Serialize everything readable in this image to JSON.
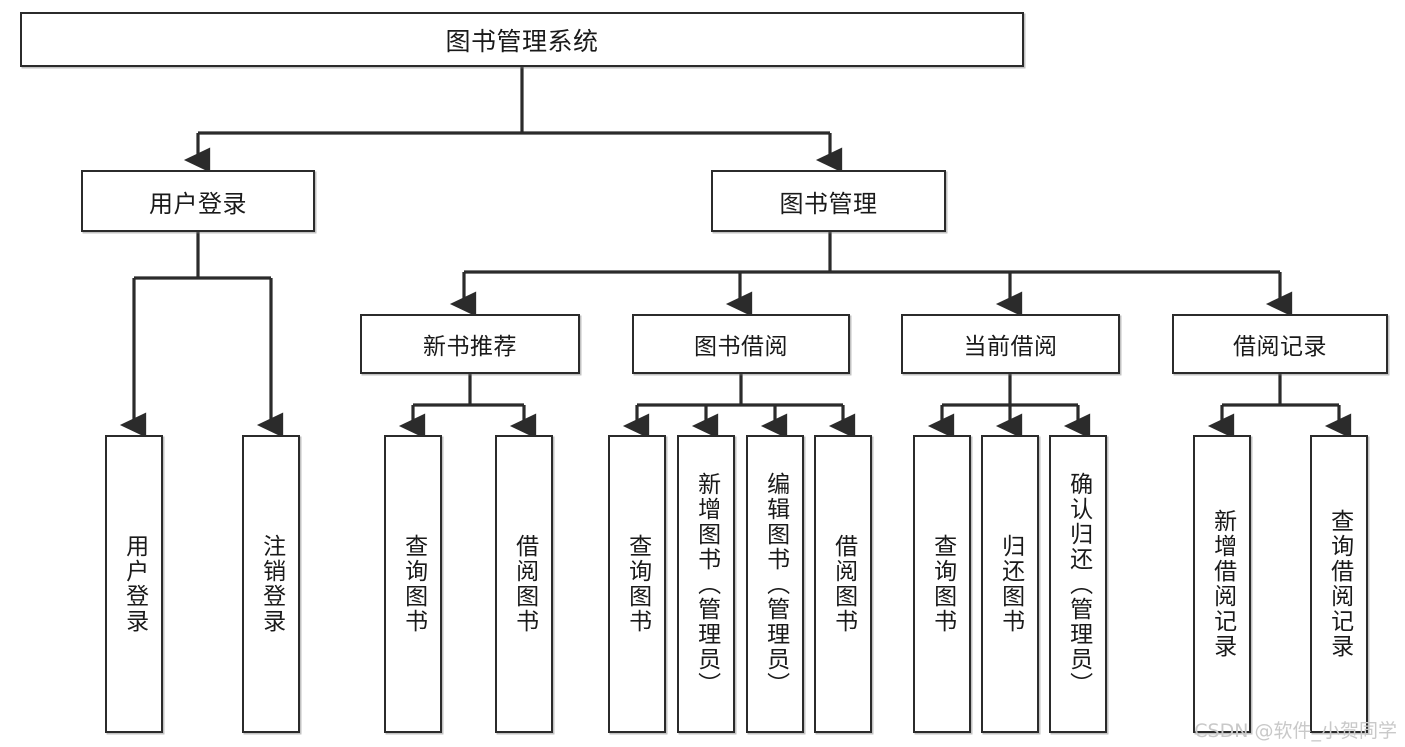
{
  "diagram": {
    "title": "图书管理系统",
    "watermark": "CSDN @软件_小贺同学",
    "line_color": "#2b2b2b",
    "box_border_color": "#2b2b2b",
    "box_fill": "#ffffff",
    "text_color": "#1a1a1a",
    "watermark_color": "#c9c9c9",
    "root": {
      "label": "图书管理系统"
    },
    "level2": [
      {
        "label": "用户登录"
      },
      {
        "label": "图书管理"
      }
    ],
    "level3": [
      {
        "label": "新书推荐"
      },
      {
        "label": "图书借阅"
      },
      {
        "label": "当前借阅"
      },
      {
        "label": "借阅记录"
      }
    ],
    "leaves": {
      "user_login": [
        {
          "label": "用户登录"
        },
        {
          "label": "注销登录"
        }
      ],
      "new_book": [
        {
          "label": "查询图书"
        },
        {
          "label": "借阅图书"
        }
      ],
      "borrow": [
        {
          "label": "查询图书"
        },
        {
          "label": "新增图书（管理员）"
        },
        {
          "label": "编辑图书（管理员）"
        },
        {
          "label": "借阅图书"
        }
      ],
      "current": [
        {
          "label": "查询图书"
        },
        {
          "label": "归还图书"
        },
        {
          "label": "确认归还（管理员）"
        }
      ],
      "records": [
        {
          "label": "新增借阅记录"
        },
        {
          "label": "查询借阅记录"
        }
      ]
    }
  }
}
